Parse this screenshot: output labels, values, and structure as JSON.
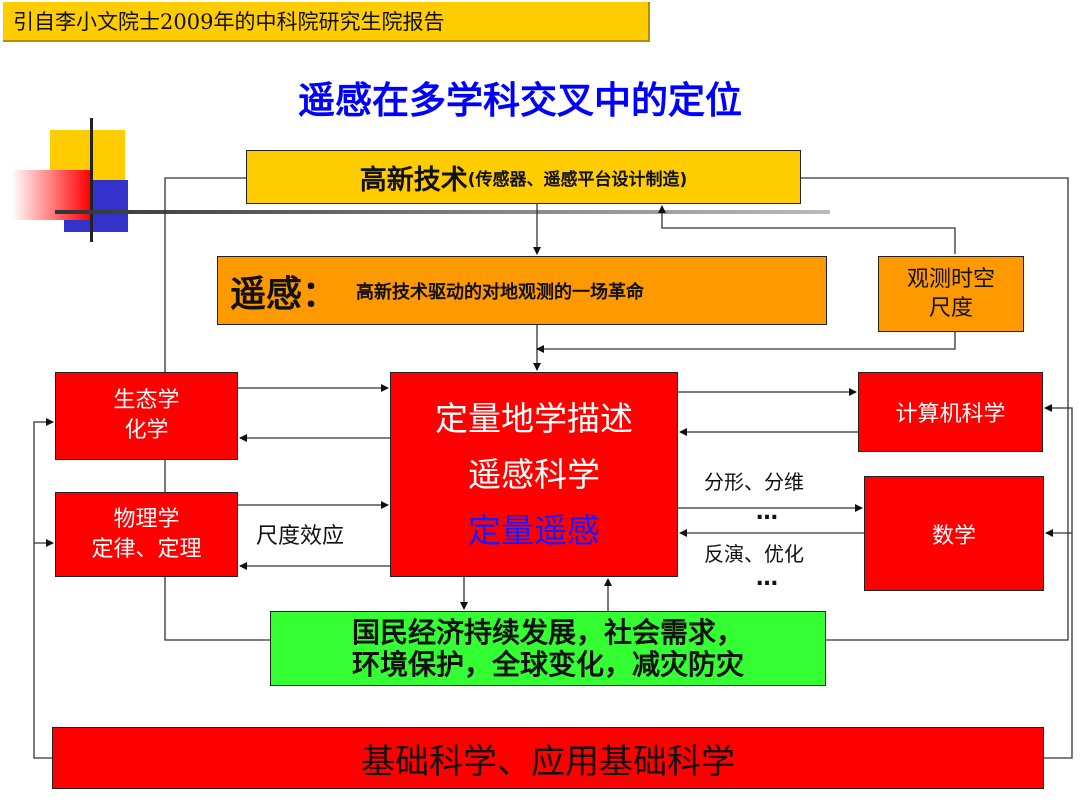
{
  "citation": "引自李小文院士2009年的中科院研究生院报告",
  "title": "遥感在多学科交叉中的定位",
  "nodes": {
    "hitech_main": "高新技术",
    "hitech_sub": "(传感器、遥感平台设计制造)",
    "rs_main": "遥感：",
    "rs_sub": "高新技术驱动的对地观测的一场革命",
    "scale_line1": "观测时空",
    "scale_line2": "尺度",
    "eco_line1": "生态学",
    "eco_line2": "化学",
    "phys_line1": "物理学",
    "phys_line2": "定律、定理",
    "center_line1": "定量地学描述",
    "center_line2": "遥感科学",
    "center_line3": "定量遥感",
    "cs": "计算机科学",
    "math": "数学",
    "society_line1": "国民经济持续发展，社会需求，",
    "society_line2": "环境保护，全球变化，减灾防灾",
    "basic": "基础科学、应用基础科学"
  },
  "labels": {
    "scale_effect": "尺度效应",
    "fractal": "分形、分维",
    "dots1": "…",
    "inverse": "反演、优化",
    "dots2": "…"
  },
  "colors": {
    "red": "#ff0000",
    "orange": "#ff9900",
    "yellow": "#ffcc00",
    "green": "#33ff33",
    "title_blue": "#0000ff"
  }
}
